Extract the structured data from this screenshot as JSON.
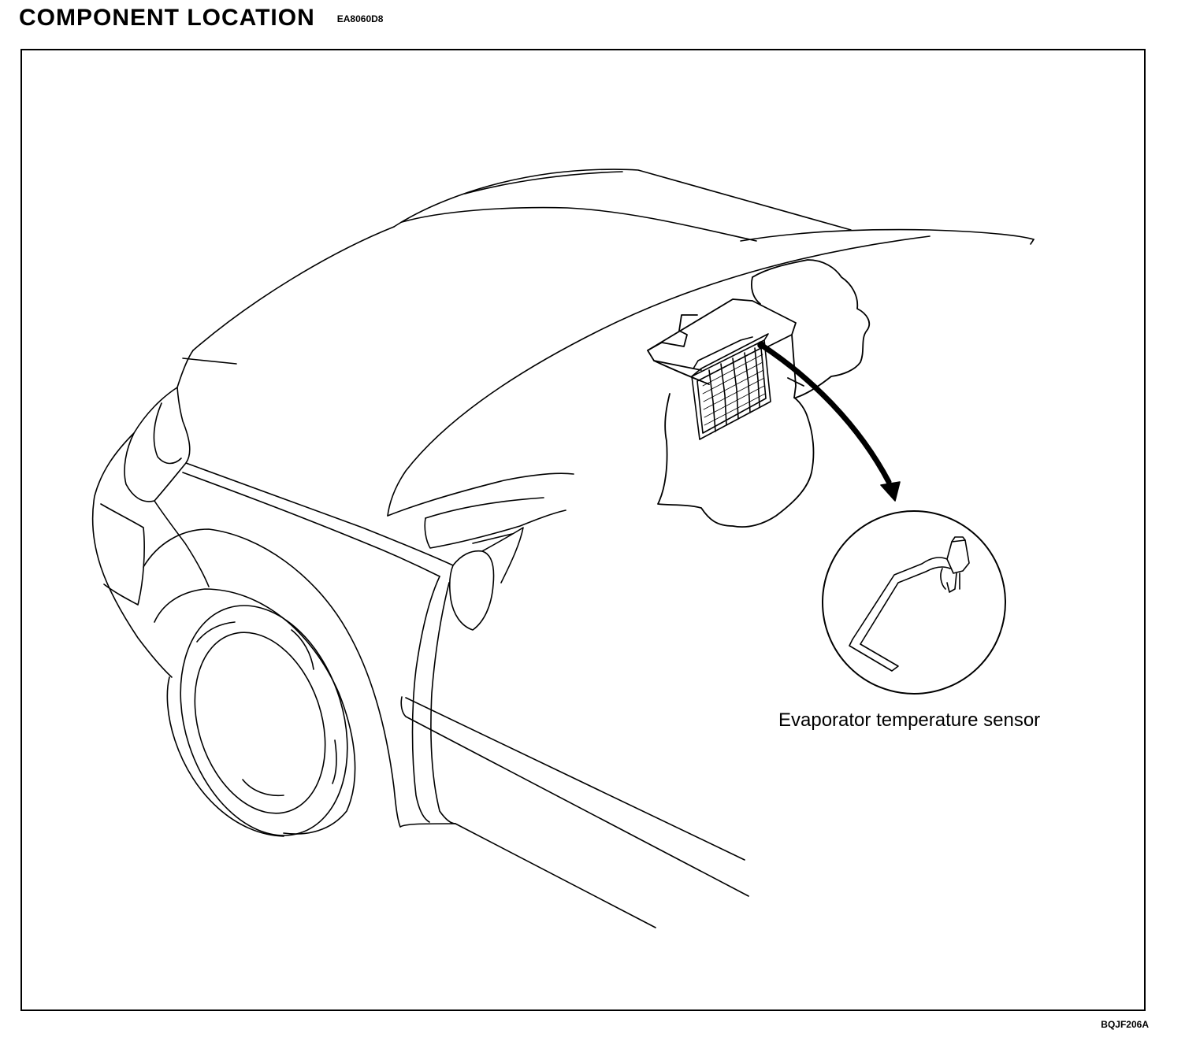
{
  "header": {
    "title": "COMPONENT LOCATION",
    "code": "EA8060D8"
  },
  "figure": {
    "id": "BQJF206A",
    "callout": "Evaporator temperature sensor"
  }
}
